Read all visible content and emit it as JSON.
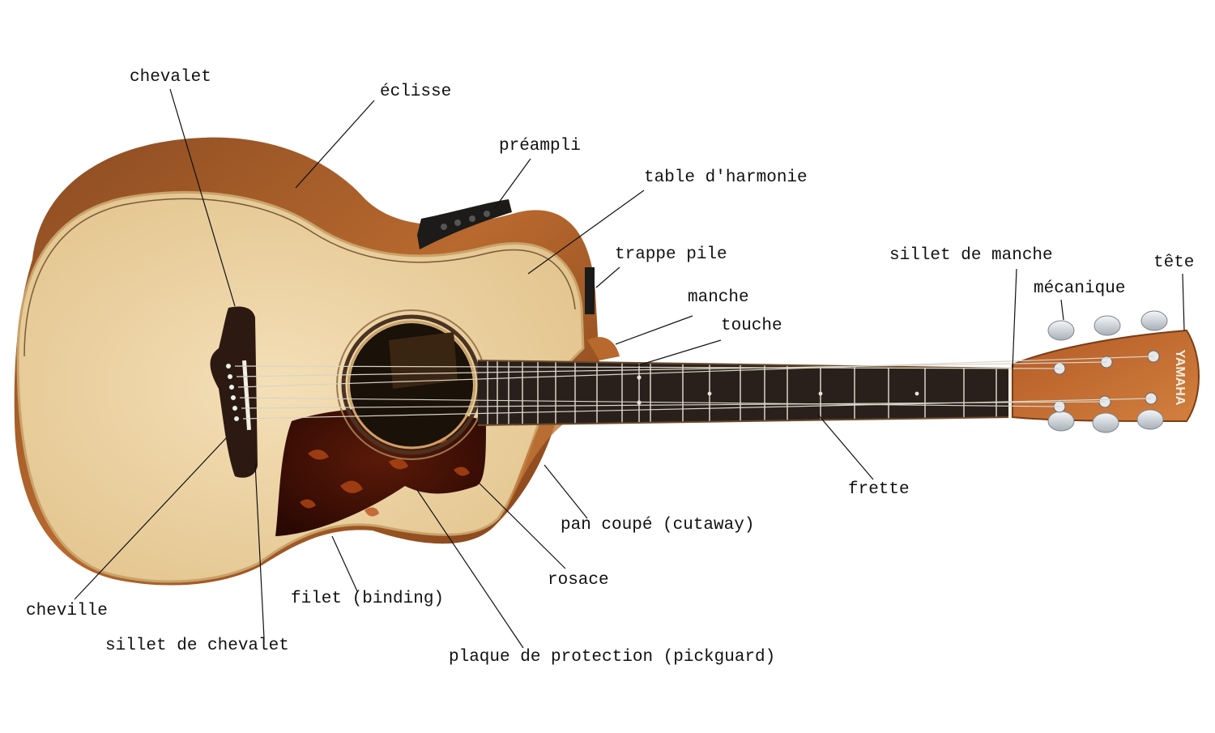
{
  "diagram": {
    "brand": "YAMAHA",
    "labels": {
      "chevalet": "chevalet",
      "eclisse": "éclisse",
      "preampli": "préampli",
      "table": "table d'harmonie",
      "trappe": "trappe pile",
      "manche": "manche",
      "touche": "touche",
      "sillet_manche": "sillet de manche",
      "tete": "tête",
      "mecanique": "mécanique",
      "frette": "frette",
      "pan_coupe": "pan coupé (cutaway)",
      "rosace": "rosace",
      "filet": "filet (binding)",
      "cheville": "cheville",
      "sillet_chevalet": "sillet de chevalet",
      "plaque": "plaque de protection (pickguard)"
    }
  }
}
